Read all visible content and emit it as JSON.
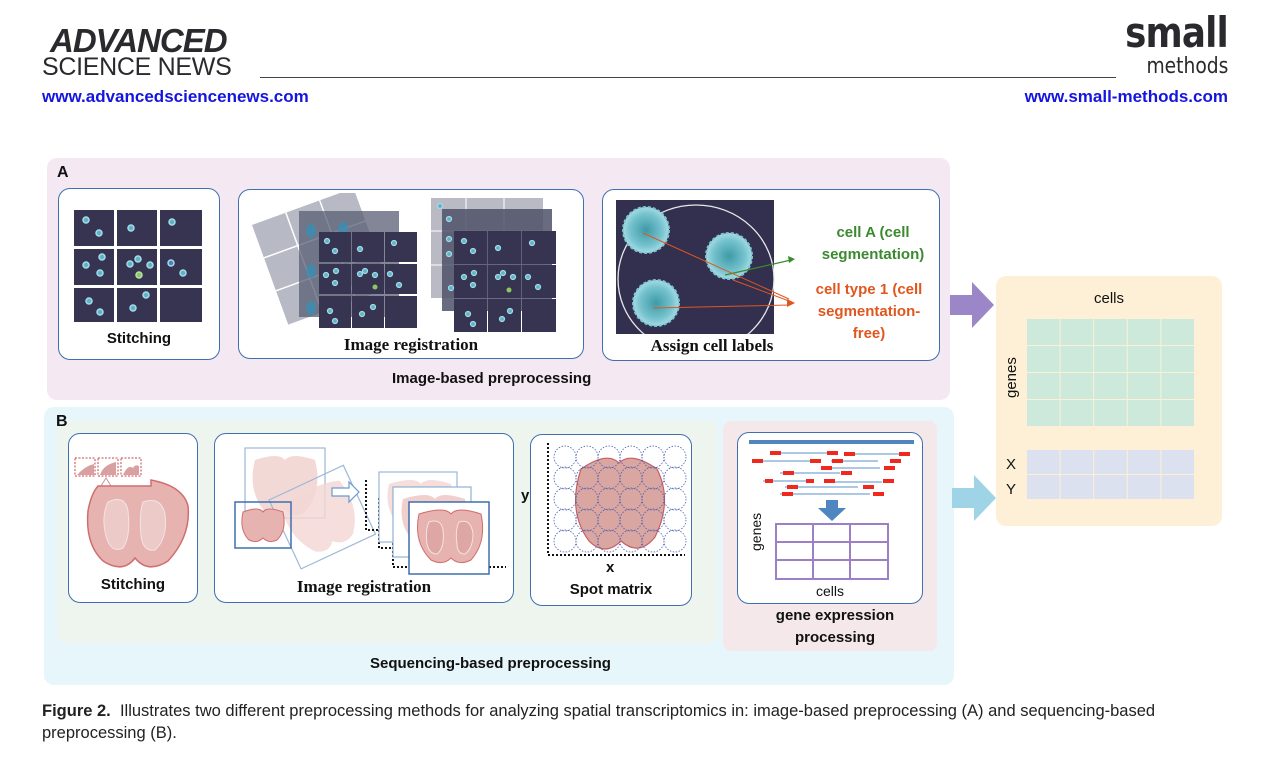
{
  "header": {
    "left_logo_line1": "ADVANCED",
    "left_logo_line2": "SCIENCE NEWS",
    "left_url": "www.advancedsciencenews.com",
    "right_logo_line1": "small",
    "right_logo_line2": "methods",
    "right_url": "www.small-methods.com",
    "url_color": "#1515e0"
  },
  "figure": {
    "panel_a": {
      "letter": "A",
      "title": "Image-based preprocessing",
      "background": "#f4e8f3",
      "steps": [
        {
          "label": "Stitching"
        },
        {
          "label": "Image registration"
        },
        {
          "label": "Assign cell labels"
        }
      ],
      "annotations": {
        "cell_segmentation": "cell A (cell segmentation)",
        "cell_segmentation_lines": [
          "cell A (cell",
          "segmentation)"
        ],
        "cell_segmentation_color": "#3a8a2e",
        "segmentation_free_lines": [
          "cell type 1 (cell",
          "segmentation-",
          "free)"
        ],
        "segmentation_free_color": "#e0561f"
      }
    },
    "panel_b": {
      "letter": "B",
      "title": "Sequencing-based preprocessing",
      "background": "#e6f6fa",
      "steps": [
        {
          "label": "Stitching"
        },
        {
          "label": "Image registration"
        },
        {
          "label": "Spot matrix"
        }
      ],
      "spot_matrix_axes": {
        "x": "x",
        "y": "y"
      },
      "gene_expression": {
        "matrix_row_label": "genes",
        "matrix_col_label": "cells",
        "title_lines": [
          "gene expression",
          "processing"
        ]
      }
    },
    "output_matrix": {
      "col_label": "cells",
      "row_label": "genes",
      "coord_labels": [
        "X",
        "Y"
      ],
      "expr_color": "#cde9dc",
      "coord_color": "#dbe1ef",
      "background": "#fdf0d6"
    },
    "arrows": {
      "a_color": "#9b86c8",
      "b_color": "#9fd3e6"
    }
  },
  "caption": {
    "label": "Figure 2.",
    "text": "Illustrates two different preprocessing methods for analyzing spatial transcriptomics in: image-based preprocessing (A) and sequencing-based preprocessing (B)."
  }
}
